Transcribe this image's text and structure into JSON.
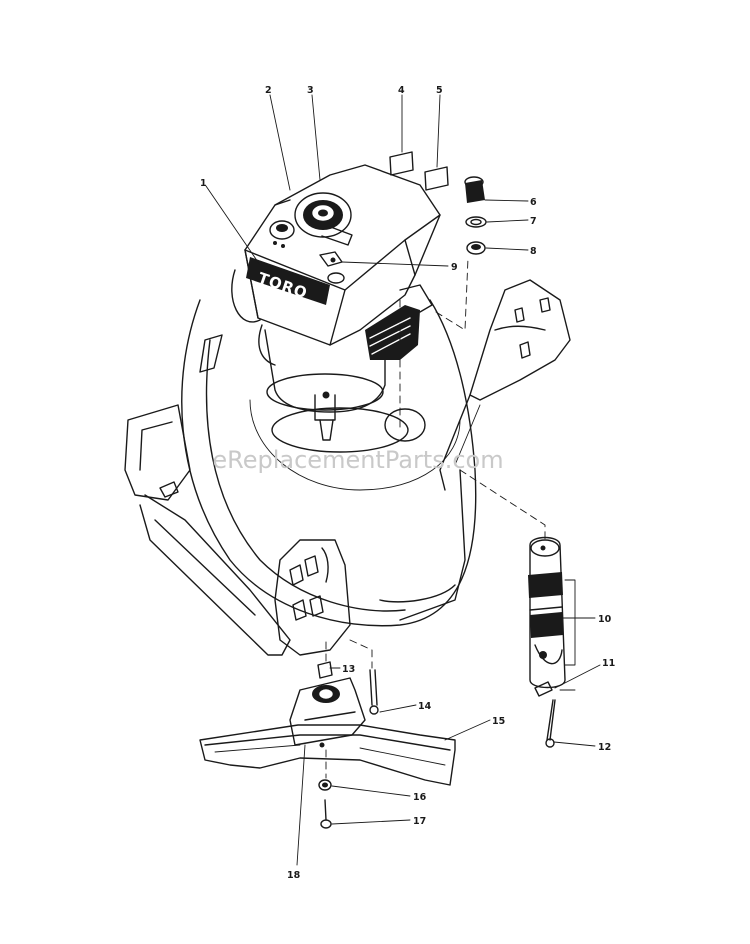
{
  "watermark": "eReplacementParts.com",
  "logo": "TORO",
  "callouts": [
    {
      "label": "1"
    },
    {
      "label": "2"
    },
    {
      "label": "3"
    },
    {
      "label": "4"
    },
    {
      "label": "5"
    },
    {
      "label": "6"
    },
    {
      "label": "7"
    },
    {
      "label": "8"
    },
    {
      "label": "9"
    },
    {
      "label": "10"
    },
    {
      "label": "11"
    },
    {
      "label": "12"
    },
    {
      "label": "13"
    },
    {
      "label": "14"
    },
    {
      "label": "15"
    },
    {
      "label": "16"
    },
    {
      "label": "17"
    },
    {
      "label": "18"
    }
  ]
}
